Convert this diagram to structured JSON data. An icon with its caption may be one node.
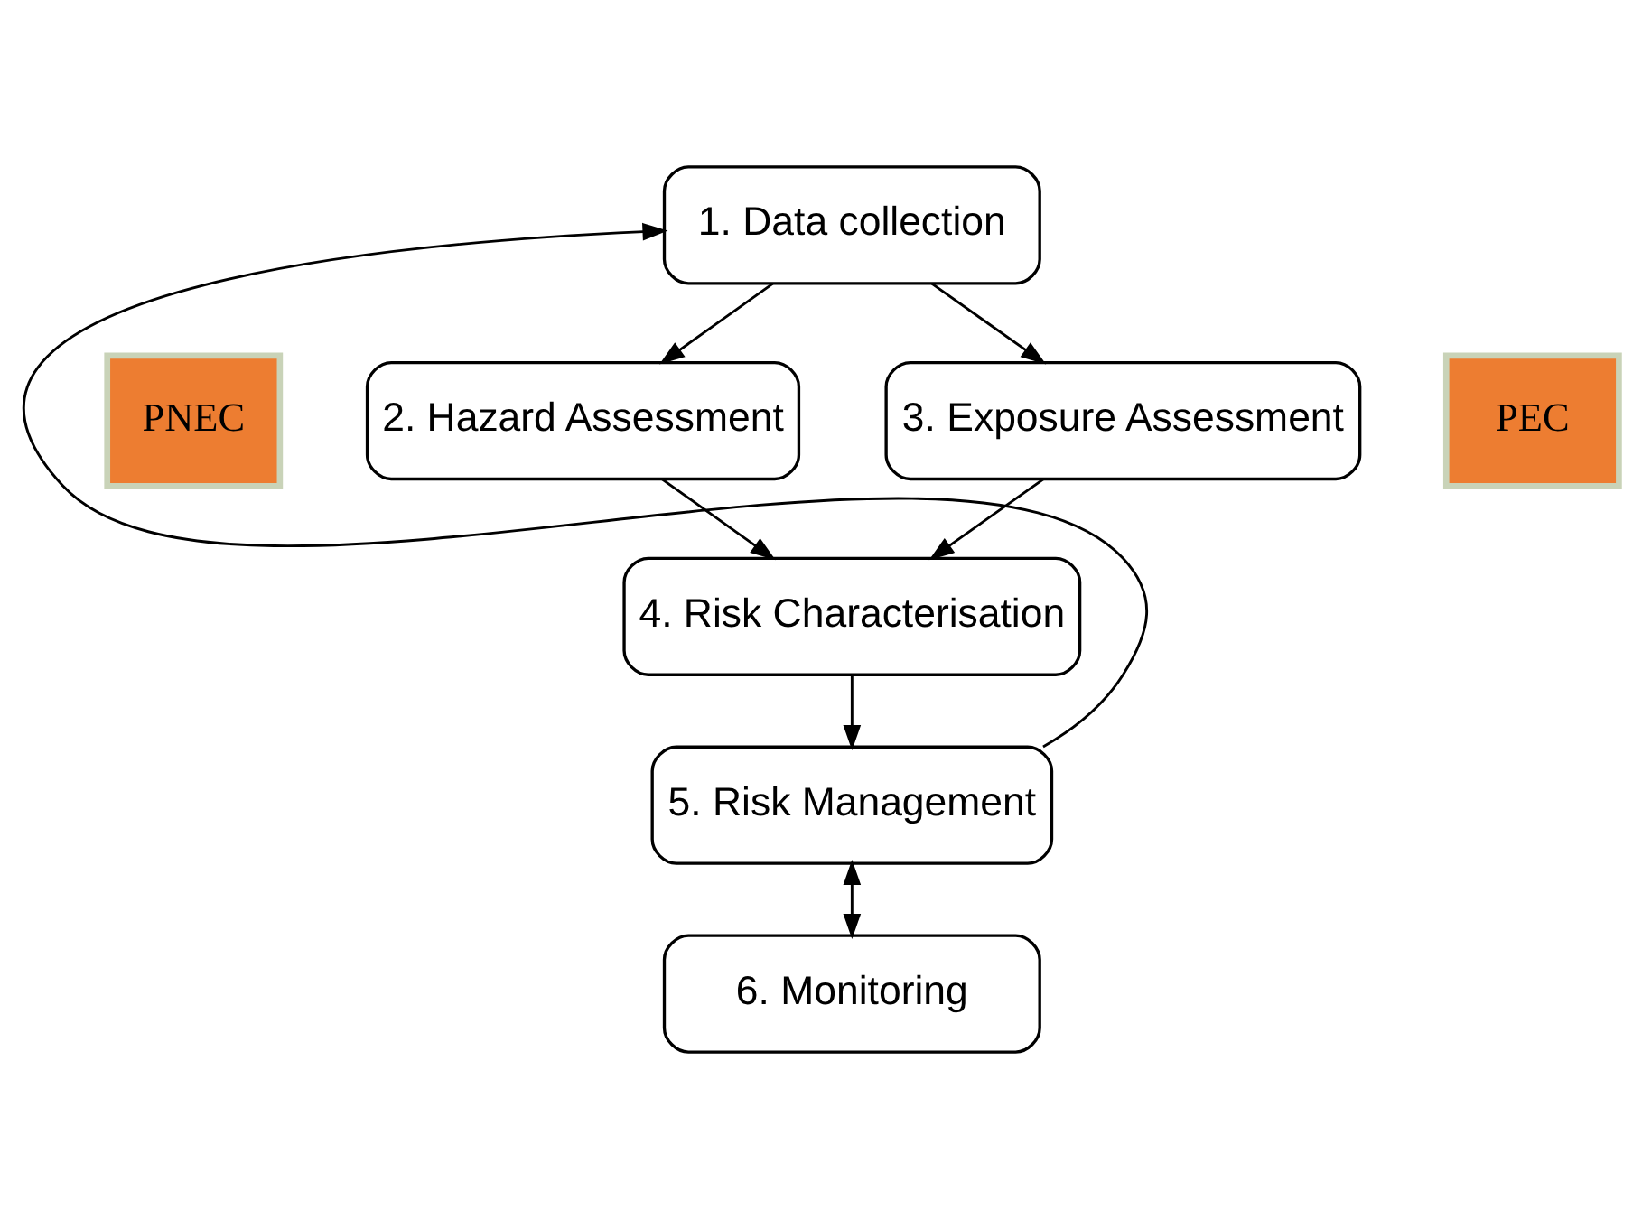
{
  "diagram": {
    "nodes": [
      {
        "text": [
          "1. Data collection"
        ]
      },
      {
        "text": [
          "2. Hazard Assessment"
        ]
      },
      {
        "text": [
          "3. Exposure Assessment"
        ]
      },
      {
        "text": [
          "4. Risk Characterisation"
        ]
      },
      {
        "text": [
          "5. Risk Management"
        ]
      },
      {
        "text": [
          "6. Monitoring"
        ]
      },
      {
        "text": [
          "PNEC"
        ]
      },
      {
        "text": [
          "PEC"
        ]
      }
    ],
    "edges": [
      {
        "from": 0,
        "to": 1,
        "arrow": "to"
      },
      {
        "from": 0,
        "to": 2,
        "arrow": "to"
      },
      {
        "from": 1,
        "to": 3,
        "arrow": "to"
      },
      {
        "from": 2,
        "to": 3,
        "arrow": "to"
      },
      {
        "from": 3,
        "to": 4,
        "arrow": "to"
      },
      {
        "from": 4,
        "to": 5,
        "arrow": "both"
      },
      {
        "from": 4,
        "to": 0,
        "arrow": "to"
      }
    ]
  }
}
